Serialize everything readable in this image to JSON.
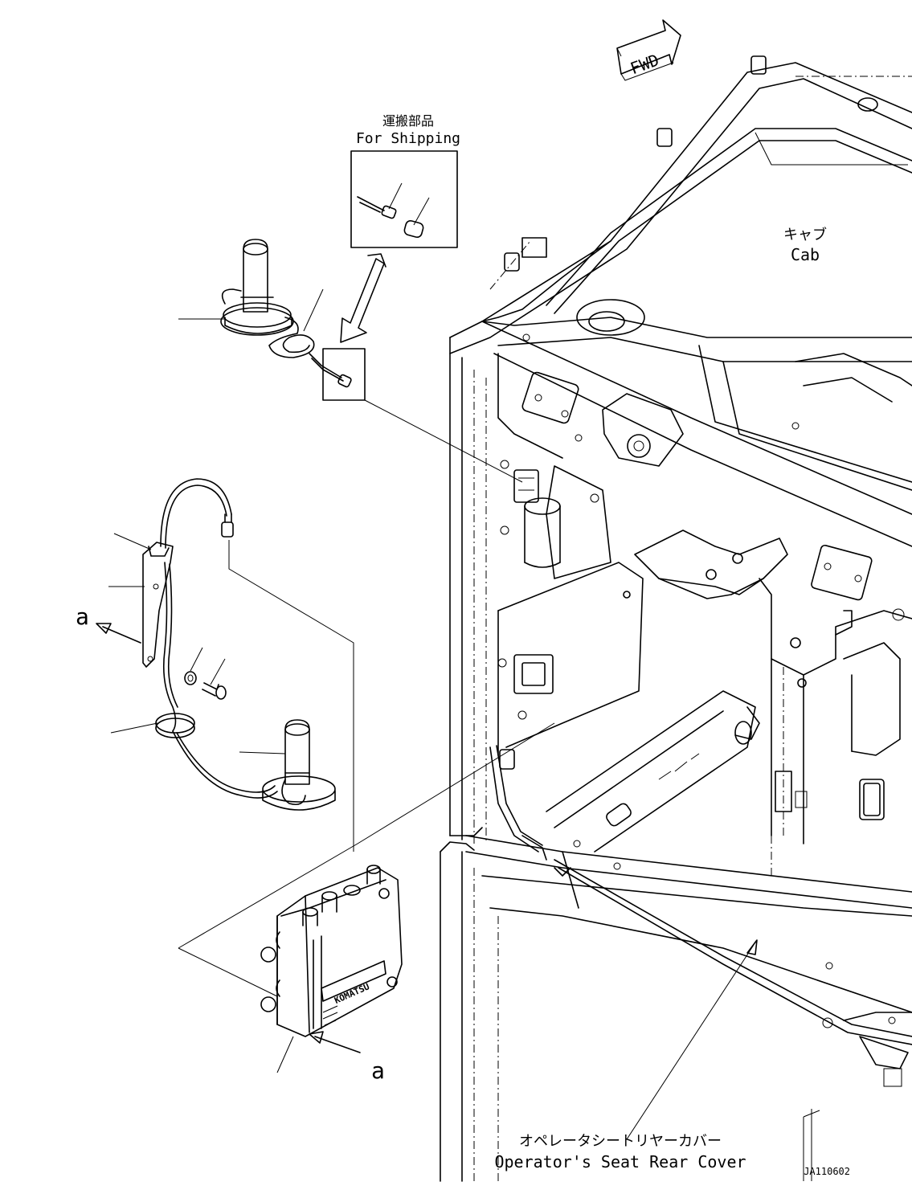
{
  "fwd_label": "FWD",
  "shipping": {
    "jp": "運搬部品",
    "en": "For Shipping"
  },
  "cab": {
    "jp": "キャブ",
    "en": "Cab"
  },
  "view_marks": {
    "left": "a",
    "bottom": "a"
  },
  "seat_cover": {
    "jp": "オペレータシートリヤーカバー",
    "en": "Operator's Seat Rear Cover"
  },
  "module_brand": "KOMATSU",
  "drawing_id": "JA110602"
}
